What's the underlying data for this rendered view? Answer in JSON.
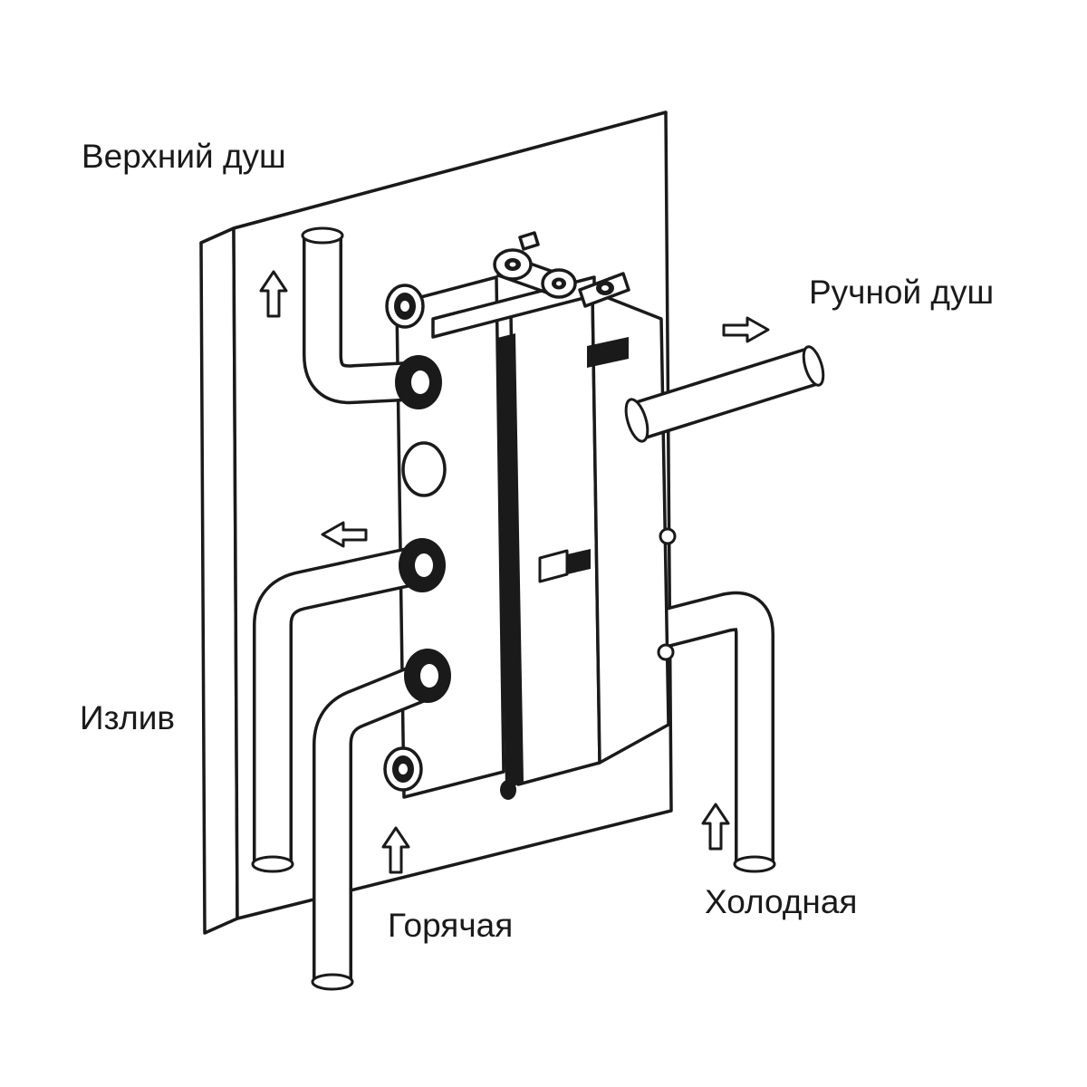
{
  "diagram": {
    "type": "plumbing-installation-schematic",
    "subject": "concealed shower mixer rough-in valve connections",
    "labels": {
      "top_shower": "Верхний душ",
      "hand_shower": "Ручной душ",
      "spout": "Излив",
      "hot": "Горячая",
      "cold": "Холодная"
    },
    "arrows": [
      {
        "name": "arrow-up-top-shower",
        "direction": "up",
        "refers_to": "Верхний душ"
      },
      {
        "name": "arrow-right-hand-shower",
        "direction": "right",
        "refers_to": "Ручной душ"
      },
      {
        "name": "arrow-left-spout",
        "direction": "left",
        "refers_to": "Излив"
      },
      {
        "name": "arrow-up-hot",
        "direction": "up",
        "refers_to": "Горячая"
      },
      {
        "name": "arrow-up-cold",
        "direction": "up",
        "refers_to": "Холодная"
      }
    ],
    "colors": {
      "line": "#1a1a1a",
      "background": "#ffffff"
    }
  }
}
